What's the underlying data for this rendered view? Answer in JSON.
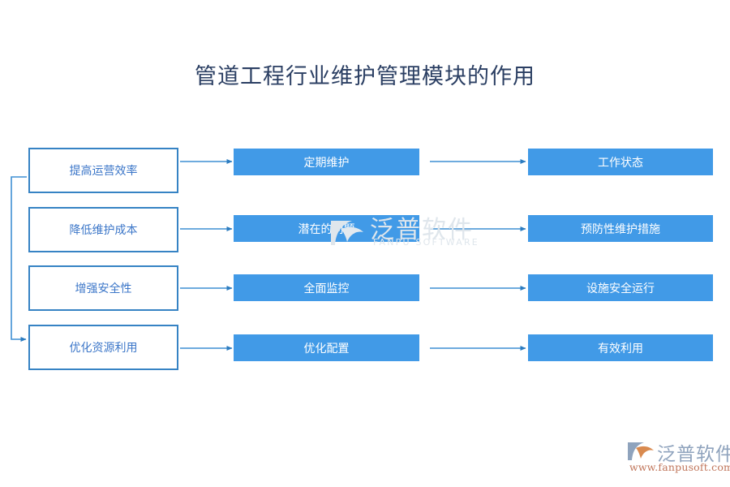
{
  "title": "管道工程行业维护管理模块的作用",
  "colors": {
    "title_text": "#2b3f63",
    "box_fill": "#419ae7",
    "box_border": "#3683c4",
    "outline_text": "#3b76c8",
    "filled_text": "#ffffff",
    "connector": "#3f8fd4",
    "watermark": "#dfe6ec",
    "logo_text": "#8fa3bd",
    "logo_accent": "#c0755a",
    "background": "#ffffff"
  },
  "columns": {
    "left": {
      "style": "outline",
      "nodes": [
        {
          "label": "提高运营效率"
        },
        {
          "label": "降低维护成本"
        },
        {
          "label": "增强安全性"
        },
        {
          "label": "优化资源利用"
        }
      ]
    },
    "middle": {
      "style": "filled",
      "nodes": [
        {
          "label": "定期维护"
        },
        {
          "label": "潜在的问题"
        },
        {
          "label": "全面监控"
        },
        {
          "label": "优化配置"
        }
      ]
    },
    "right": {
      "style": "filled",
      "nodes": [
        {
          "label": "工作状态"
        },
        {
          "label": "预防性维护措施"
        },
        {
          "label": "设施安全运行"
        },
        {
          "label": "有效利用"
        }
      ]
    }
  },
  "watermark_center": {
    "text": "泛普软件",
    "subtext": "FANPU SOFTWARE"
  },
  "logo": {
    "text": "泛普软件",
    "url": "www.fanpusoft.com"
  }
}
